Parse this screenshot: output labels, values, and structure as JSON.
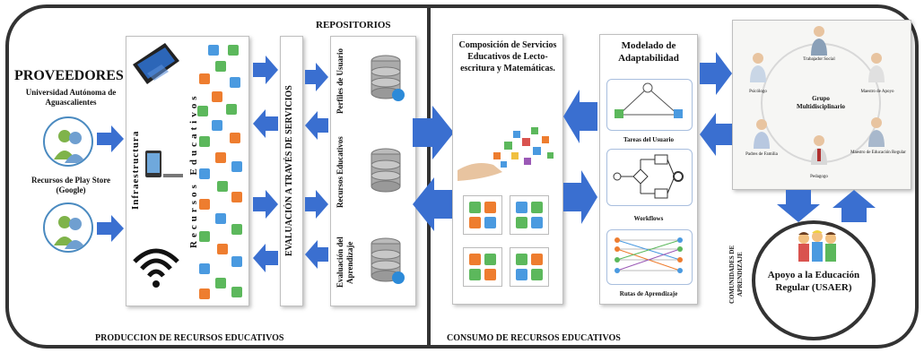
{
  "sections": {
    "production": "PRODUCCION DE RECURSOS EDUCATIVOS",
    "consumption": "CONSUMO DE RECURSOS EDUCATIVOS"
  },
  "providers": {
    "title": "PROVEEDORES",
    "items": [
      "Universidad Autónoma de Aguascalientes",
      "Recursos de Play Store (Google)"
    ]
  },
  "infrastructure": "Infraestructura",
  "educational_resources": "Recursos Educativos",
  "evaluation_services": "EVALUACIÓN A TRAVÉS DE SERVICIOS",
  "repositories": {
    "title": "REPOSITORIOS",
    "items": [
      "Perfiles de Usuario",
      "Recursos Educativos",
      "Evaluación del Aprendizaje"
    ]
  },
  "composition": {
    "title": "Composición de Servicios Educativos de Lecto-escritura y Matemáticas."
  },
  "adaptability": {
    "title": "Modelado de Adaptabilidad",
    "items": [
      "Tareas del Usuario",
      "Workflows",
      "Rutas de Aprendizaje"
    ]
  },
  "group": {
    "title": "Grupo Multidisciplinario",
    "members": [
      "Trabajador Social",
      "Psicólogo",
      "Maestro de Apoyo",
      "Padres de Familia",
      "Pedagogo",
      "Maestro de Educación Regular"
    ]
  },
  "communities": "COMUNIDADES DE APRENDIZAJE",
  "usaer": "Apoyo a la Educación Regular (USAER)",
  "colors": {
    "arrow": "#3a6fd0",
    "green": "#5cb85c",
    "orange": "#ee7d2f",
    "blue": "#4a9ae0",
    "frame": "#333333"
  }
}
